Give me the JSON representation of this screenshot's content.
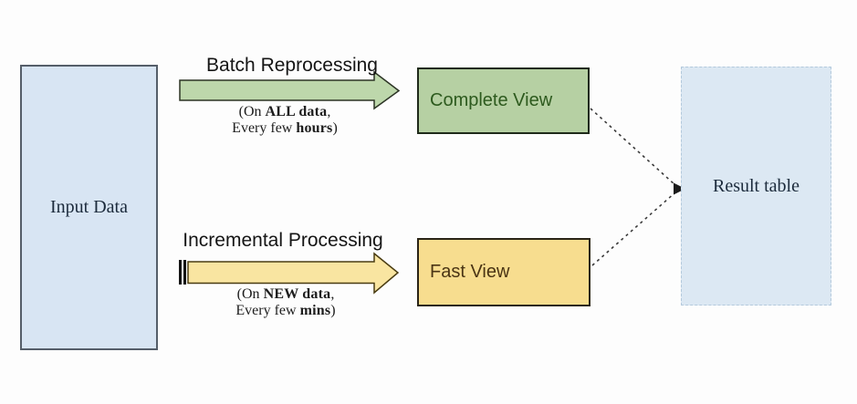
{
  "diagram": {
    "input_box": {
      "label": "Input Data"
    },
    "result_box": {
      "label": "Result table"
    },
    "complete_view_box": {
      "label": "Complete View"
    },
    "fast_view_box": {
      "label": "Fast View"
    },
    "batch_flow": {
      "title": "Batch Reprocessing",
      "note_line1": {
        "prefix": "(On ",
        "bold": "ALL data",
        "suffix": ","
      },
      "note_line2": {
        "prefix": "Every few ",
        "bold": "hours",
        "suffix": ")"
      }
    },
    "incremental_flow": {
      "title": "Incremental Processing",
      "note_line1": {
        "prefix": "(On ",
        "bold": "NEW data",
        "suffix": ","
      },
      "note_line2": {
        "prefix": "Every few ",
        "bold": "mins",
        "suffix": ")"
      }
    }
  },
  "colors": {
    "input_box_fill": "#d8e5f3",
    "input_box_border": "#555e69",
    "result_box_fill": "#dce8f3",
    "result_box_border": "#b3c9dc",
    "complete_view_fill": "#b6d0a3",
    "complete_view_text": "#2d5a1e",
    "fast_view_fill": "#f7dd8f",
    "fast_view_text": "#4a3414",
    "batch_arrow_fill": "#bdd7ab",
    "incremental_arrow_fill": "#f9e5a1",
    "connector_color": "#3a3a3a",
    "dark_border": "#1f2a1a"
  }
}
